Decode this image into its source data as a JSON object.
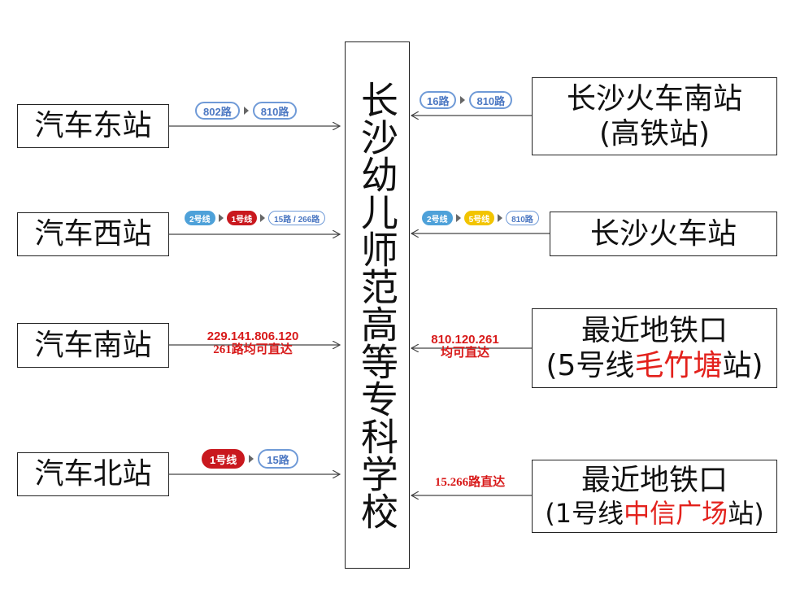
{
  "school": "长沙幼儿师范高等专科学校",
  "left_stations": [
    {
      "name": "汽车东站"
    },
    {
      "name": "汽车西站"
    },
    {
      "name": "汽车南站"
    },
    {
      "name": "汽车北站"
    }
  ],
  "right_destinations": [
    {
      "line1": "长沙火车南站",
      "line2": "(高铁站)"
    },
    {
      "line1": "长沙火车站"
    },
    {
      "line1": "最近地铁口",
      "line2_prefix": "(5号线",
      "line2_highlight": "毛竹塘",
      "line2_suffix": "站)"
    },
    {
      "line1": "最近地铁口",
      "line2_prefix": "(1号线",
      "line2_highlight": "中信广场",
      "line2_suffix": "站)"
    }
  ],
  "routes": {
    "east": [
      "802路",
      "810路"
    ],
    "west": [
      "2号线",
      "1号线",
      "15路 / 266路"
    ],
    "north": [
      "1号线",
      "15路"
    ],
    "south_rail": [
      "16路",
      "810路"
    ],
    "train": [
      "2号线",
      "5号线",
      "810路"
    ]
  },
  "notes": {
    "south_bus_line1": "229.141.806.120",
    "south_bus_line2": "261路均可直达",
    "maozhutang_line1": "810.120.261",
    "maozhutang_line2": "均可直达",
    "zhongxin": "15.266路直达"
  },
  "colors": {
    "highlight": "#e3211c",
    "bus_pill": "#4b77c2",
    "metro_line1": "#c9181e",
    "metro_line2": "#4ea1d9",
    "metro_line5": "#f2c400"
  }
}
